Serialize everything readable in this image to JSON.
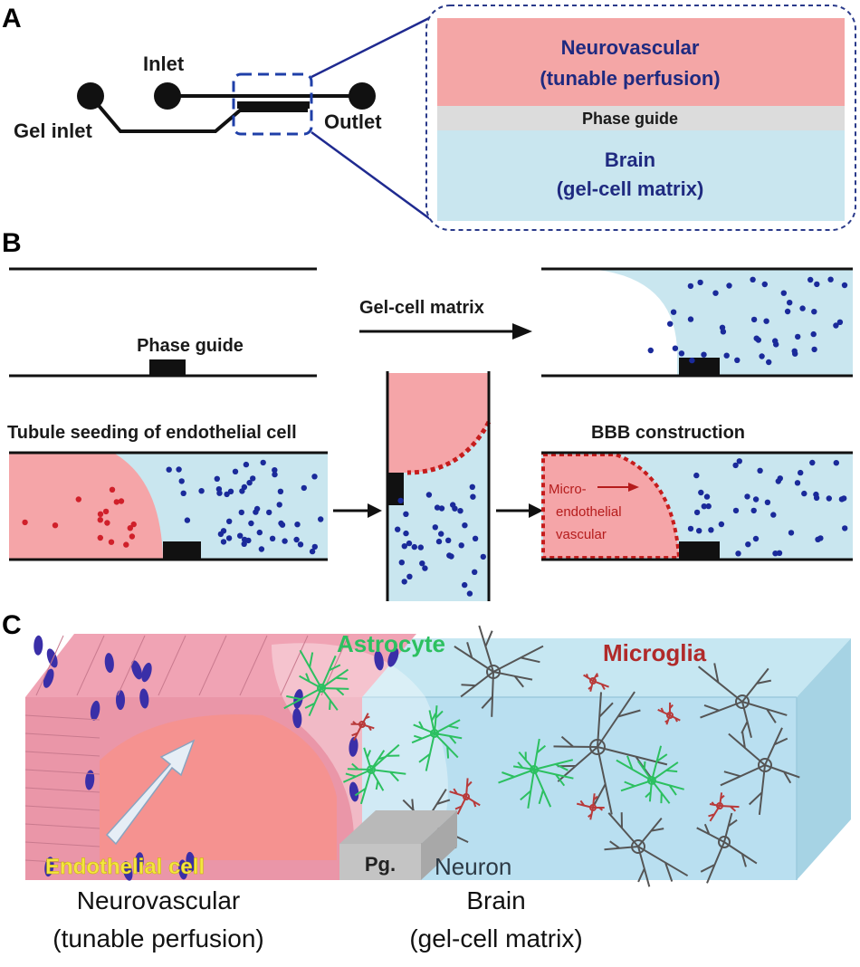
{
  "panel_a": {
    "letter": "A",
    "labels": {
      "gel_inlet": "Gel inlet",
      "inlet": "Inlet",
      "outlet": "Outlet"
    },
    "inset": {
      "top_line1": "Neurovascular",
      "top_line2": "(tunable perfusion)",
      "middle": "Phase guide",
      "bottom_line1": "Brain",
      "bottom_line2": "(gel-cell matrix)"
    }
  },
  "panel_b": {
    "letter": "B",
    "phase_guide": "Phase guide",
    "arrow_label": "Gel-cell matrix",
    "tubule_seeding": "Tubule seeding of endothelial cell",
    "bbb_construction": "BBB construction",
    "micro_label_1": "Micro-",
    "micro_label_2": "endothelial",
    "micro_label_3": "vascular"
  },
  "panel_c": {
    "letter": "C",
    "astrocyte": "Astrocyte",
    "microglia": "Microglia",
    "endothelial_cell": "Endothelial cell",
    "pg": "Pg.",
    "neuron": "Neuron",
    "neurovascular": "Neurovascular",
    "tunable_perfusion": "(tunable perfusion)",
    "brain": "Brain",
    "gel_cell_matrix": "(gel-cell matrix)"
  },
  "colors": {
    "pink": "#f5a5a8",
    "light_blue": "#c9e6ef",
    "navy_text": "#1f2a80",
    "blue_dots": "#1a2a9a",
    "red_dots": "#d0202a",
    "astrocyte_green": "#2cc060",
    "microglia_red": "#b02a2a",
    "endothelial_yellow": "#f3e640"
  }
}
